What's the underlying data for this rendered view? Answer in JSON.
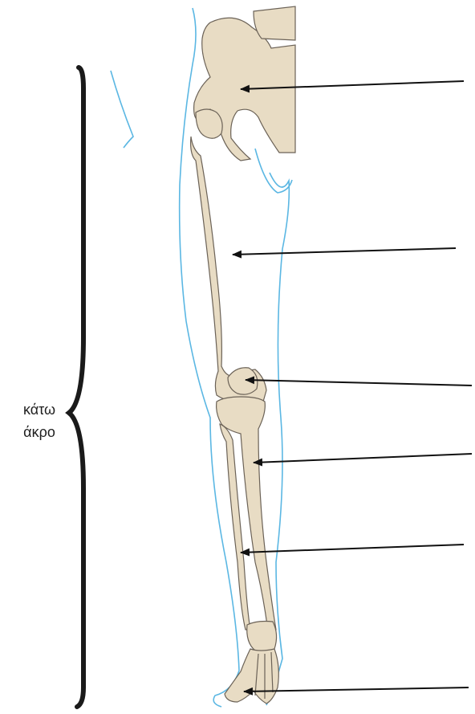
{
  "figure": {
    "region_label_line1": "κάτω",
    "region_label_line2": "άκρο",
    "pointer_count": 6
  },
  "colors": {
    "bone_fill": "#e8dcc4",
    "bone_stroke": "#6b6257",
    "skin_outline": "#5bb7e3",
    "brace": "#1a1a1a",
    "arrow": "#111111"
  }
}
